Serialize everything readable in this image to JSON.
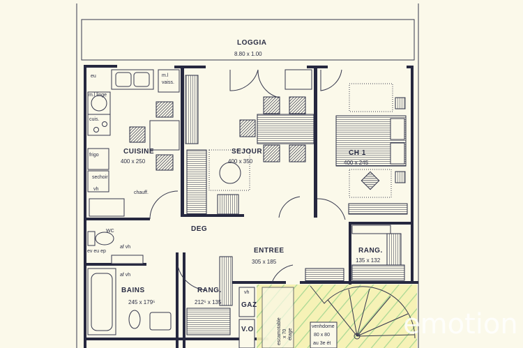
{
  "plan": {
    "loggia": {
      "name": "LOGGIA",
      "dims": "8.80 x 1.00"
    },
    "kitchen": {
      "name": "CUISINE",
      "dims": "400 x 250",
      "fixtures": {
        "eu": "eu",
        "dishwasher": "m.l",
        "dishwasher2": "vaiss.",
        "washer": "m.l linge",
        "cooker": "cuis.",
        "fridge": "frigo",
        "dryer": "sechoir",
        "vh": "vh",
        "boiler": "chauff."
      }
    },
    "living": {
      "name": "SEJOUR",
      "dims": "400 x 350"
    },
    "bedroom": {
      "name": "CH 1",
      "dims": "400 x 245"
    },
    "hall": {
      "name": "DEG"
    },
    "entrance": {
      "name": "ENTREE",
      "dims": "305 x 185"
    },
    "storage_right": {
      "name": "RANG.",
      "dims": "135 x 132"
    },
    "wc": {
      "name": "WC",
      "pipes": "ev eu ep",
      "af_vh_top": "af  vh",
      "af_vh_bottom": "af  vh"
    },
    "bathroom": {
      "name": "BAINS",
      "dims": "245 x 179⁵"
    },
    "storage_left": {
      "name": "RANG.",
      "dims": "212⁵ x 135"
    },
    "gas": {
      "name": "GAZ",
      "vh": "vh"
    },
    "vo": {
      "name": "V.O"
    },
    "stairs": {
      "note1": "escamotable",
      "note2": "x 70",
      "note3": "étage",
      "skylight": "venhdome",
      "skylight_dims": "80 x 80",
      "skylight_note": "au 3e ét"
    }
  },
  "watermark": "emotion",
  "colors": {
    "paper": "#fbf9ea",
    "ink": "#26283f",
    "highlight_yellow": "#f3f0a0",
    "highlight_green": "#9fd48a"
  }
}
